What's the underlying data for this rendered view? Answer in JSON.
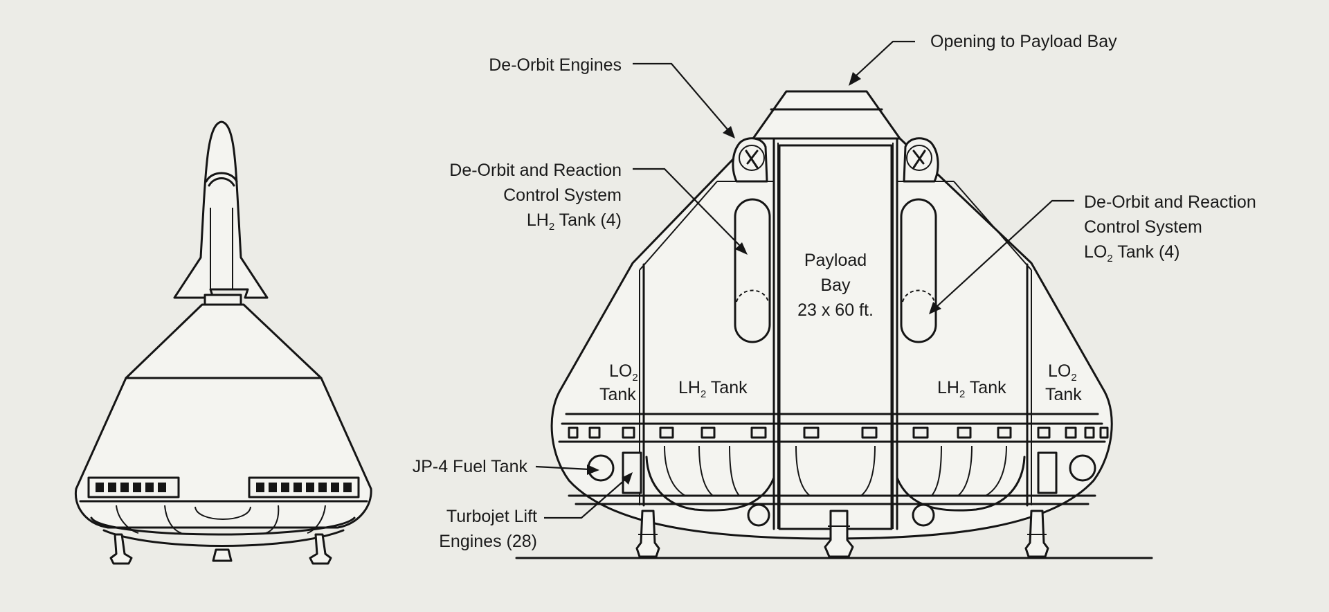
{
  "colors": {
    "background": "#ecece7",
    "ink": "#151515"
  },
  "labels": {
    "opening": "Opening to Payload Bay",
    "deorbit_engines": "De-Orbit Engines",
    "lh2_rcs_line1": "De-Orbit and Reaction",
    "lh2_rcs_line2": "Control System",
    "lh2_rcs_line3_pre": "LH",
    "lh2_rcs_line3_sub": "2",
    "lh2_rcs_line3_post": " Tank (4)",
    "lo2_rcs_line1": "De-Orbit and Reaction",
    "lo2_rcs_line2": "Control System",
    "lo2_rcs_line3_pre": "LO",
    "lo2_rcs_line3_sub": "2",
    "lo2_rcs_line3_post": " Tank (4)",
    "payload_line1": "Payload",
    "payload_line2": "Bay",
    "payload_line3": "23 x 60 ft.",
    "lo2_tank_pre": "LO",
    "lo2_tank_sub": "2",
    "lo2_tank_word": "Tank",
    "lh2_tank_pre": "LH",
    "lh2_tank_sub": "2",
    "lh2_tank_post": " Tank",
    "jp4": "JP-4 Fuel Tank",
    "turbojet_line1": "Turbojet Lift",
    "turbojet_line2": "Engines (28)"
  }
}
